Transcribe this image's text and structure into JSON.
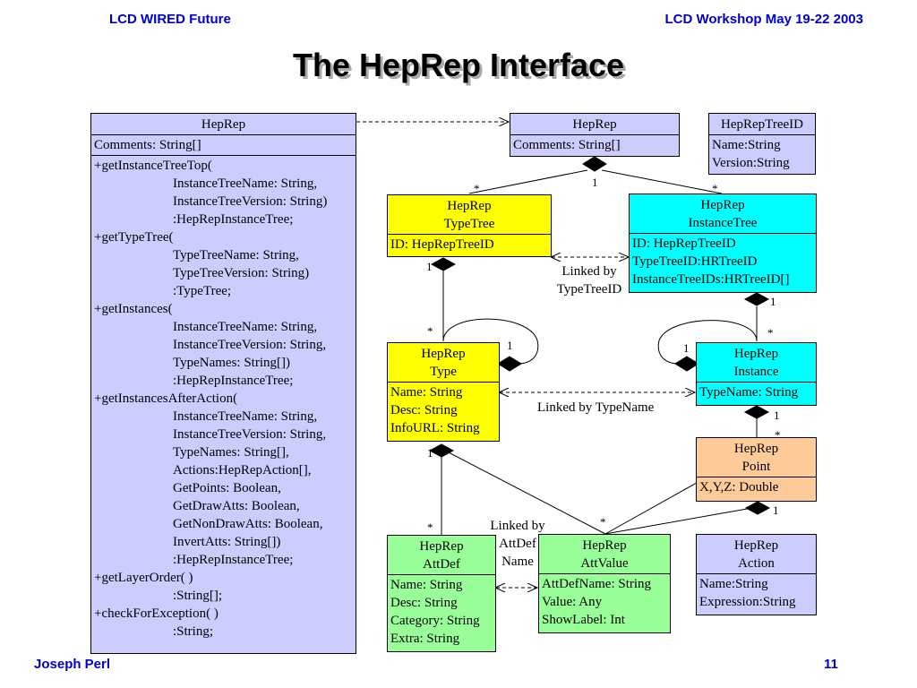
{
  "header": {
    "left": "LCD WIRED Future",
    "right": "LCD Workshop  May 19-22 2003"
  },
  "title": "The HepRep Interface",
  "footer": {
    "left": "Joseph Perl",
    "page": "11"
  },
  "interface_box": {
    "name": "HepRep",
    "attributes": [
      "Comments: String[]"
    ],
    "methods": [
      {
        "text": "+getInstanceTreeTop(",
        "indent": false
      },
      {
        "text": "InstanceTreeName: String,",
        "indent": true
      },
      {
        "text": "InstanceTreeVersion: String)",
        "indent": true
      },
      {
        "text": ":HepRepInstanceTree;",
        "indent": true
      },
      {
        "text": "+getTypeTree(",
        "indent": false
      },
      {
        "text": "TypeTreeName: String,",
        "indent": true
      },
      {
        "text": "TypeTreeVersion: String)",
        "indent": true
      },
      {
        "text": ":TypeTree;",
        "indent": true
      },
      {
        "text": "+getInstances(",
        "indent": false
      },
      {
        "text": "InstanceTreeName: String,",
        "indent": true
      },
      {
        "text": "InstanceTreeVersion: String,",
        "indent": true
      },
      {
        "text": "TypeNames: String[])",
        "indent": true
      },
      {
        "text": ":HepRepInstanceTree;",
        "indent": true
      },
      {
        "text": "+getInstancesAfterAction(",
        "indent": false
      },
      {
        "text": "InstanceTreeName: String,",
        "indent": true
      },
      {
        "text": "InstanceTreeVersion: String,",
        "indent": true
      },
      {
        "text": "TypeNames: String[],",
        "indent": true
      },
      {
        "text": "Actions:HepRepAction[],",
        "indent": true
      },
      {
        "text": "GetPoints: Boolean,",
        "indent": true
      },
      {
        "text": "GetDrawAtts: Boolean,",
        "indent": true
      },
      {
        "text": "GetNonDrawAtts: Boolean,",
        "indent": true
      },
      {
        "text": "InvertAtts: String[])",
        "indent": true
      },
      {
        "text": ":HepRepInstanceTree;",
        "indent": true
      },
      {
        "text": "+getLayerOrder( )",
        "indent": false
      },
      {
        "text": ":String[];",
        "indent": true
      },
      {
        "text": "+checkForException( )",
        "indent": false
      },
      {
        "text": ":String;",
        "indent": true
      }
    ]
  },
  "classes": {
    "heprep": {
      "name": [
        "HepRep"
      ],
      "attributes": [
        "Comments: String[]"
      ]
    },
    "treeid": {
      "name": [
        "HepRepTreeID"
      ],
      "attributes": [
        "Name:String",
        "Version:String"
      ]
    },
    "typetree": {
      "name": [
        "HepRep",
        "TypeTree"
      ],
      "attributes": [
        "ID: HepRepTreeID"
      ]
    },
    "insttree": {
      "name": [
        "HepRep",
        "InstanceTree"
      ],
      "attributes": [
        "ID: HepRepTreeID",
        "TypeTreeID:HRTreeID",
        "InstanceTreeIDs:HRTreeID[]"
      ]
    },
    "type": {
      "name": [
        "HepRep",
        "Type"
      ],
      "attributes": [
        "Name: String",
        "Desc: String",
        "InfoURL: String"
      ]
    },
    "instance": {
      "name": [
        "HepRep",
        "Instance"
      ],
      "attributes": [
        "TypeName: String"
      ]
    },
    "point": {
      "name": [
        "HepRep",
        "Point"
      ],
      "attributes": [
        "X,Y,Z: Double"
      ]
    },
    "attdef": {
      "name": [
        "HepRep",
        "AttDef"
      ],
      "attributes": [
        "Name: String",
        "Desc: String",
        "Category: String",
        "Extra: String"
      ]
    },
    "attvalue": {
      "name": [
        "HepRep",
        "AttValue"
      ],
      "attributes": [
        "AttDefName: String",
        "Value: Any",
        "ShowLabel: Int"
      ]
    },
    "action": {
      "name": [
        "HepRep",
        "Action"
      ],
      "attributes": [
        "Name:String",
        "Expression:String"
      ]
    }
  },
  "links": {
    "typetree_id": [
      "Linked by",
      "TypeTreeID"
    ],
    "typename": [
      "Linked by TypeName"
    ],
    "attdef_name": [
      "Linked by",
      "AttDef",
      "Name"
    ]
  },
  "multiplicities": {
    "heprep_one": "1",
    "heprep_typetree": "*",
    "heprep_insttree": "*",
    "typetree_one": "1",
    "typetree_type": "*",
    "insttree_one": "1",
    "insttree_instance": "*",
    "type_self": "1",
    "instance_self": "1",
    "type_one": "1",
    "type_attdef": "*",
    "instance_one": "1",
    "instance_point": "*",
    "point_one": "1",
    "point_attvalue": "*"
  },
  "colors": {
    "header_text": "#0000cc",
    "interface": "#ccccff",
    "typetree": "#ffff00",
    "instancetree": "#00ffff",
    "point": "#ffcc99",
    "attribute": "#99ff99"
  }
}
